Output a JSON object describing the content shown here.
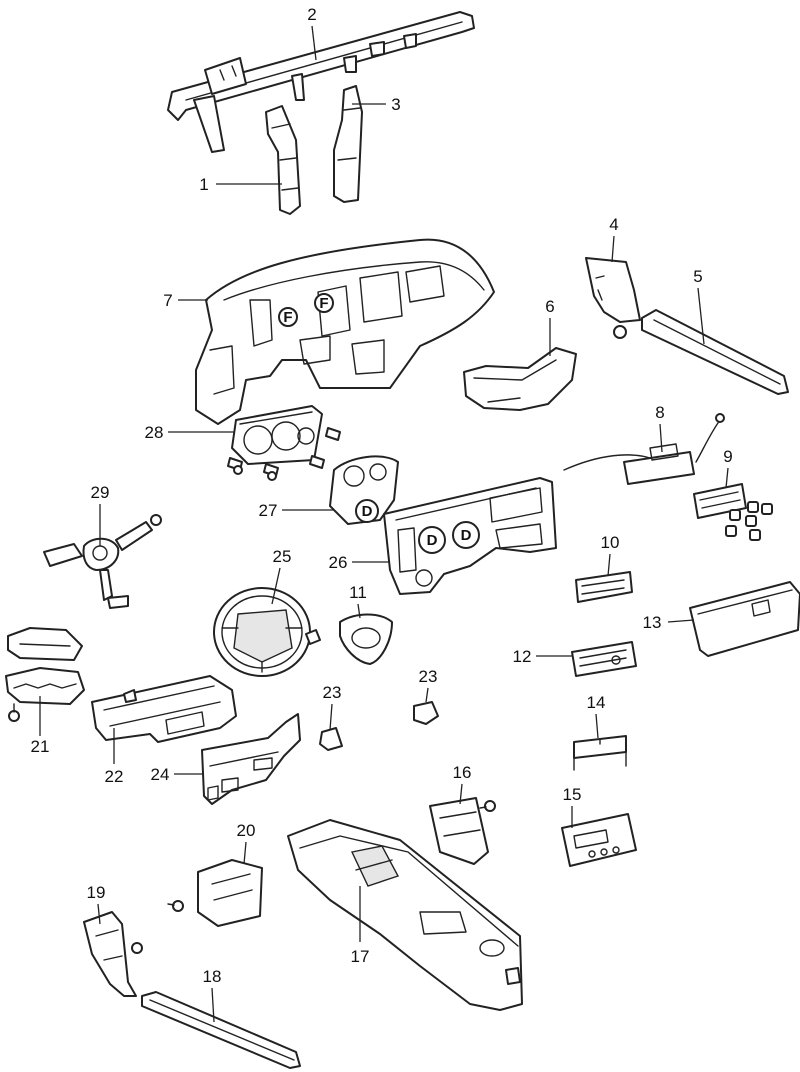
{
  "callouts": [
    "1",
    "2",
    "3",
    "4",
    "5",
    "6",
    "7",
    "8",
    "9",
    "10",
    "11",
    "12",
    "13",
    "14",
    "15",
    "16",
    "17",
    "18",
    "19",
    "20",
    "21",
    "22",
    "23",
    "23",
    "24",
    "25",
    "26",
    "27",
    "28",
    "29"
  ],
  "markers": [
    "F",
    "F",
    "D",
    "D",
    "D"
  ],
  "colors": {
    "line": "#222222",
    "background": "#ffffff"
  }
}
